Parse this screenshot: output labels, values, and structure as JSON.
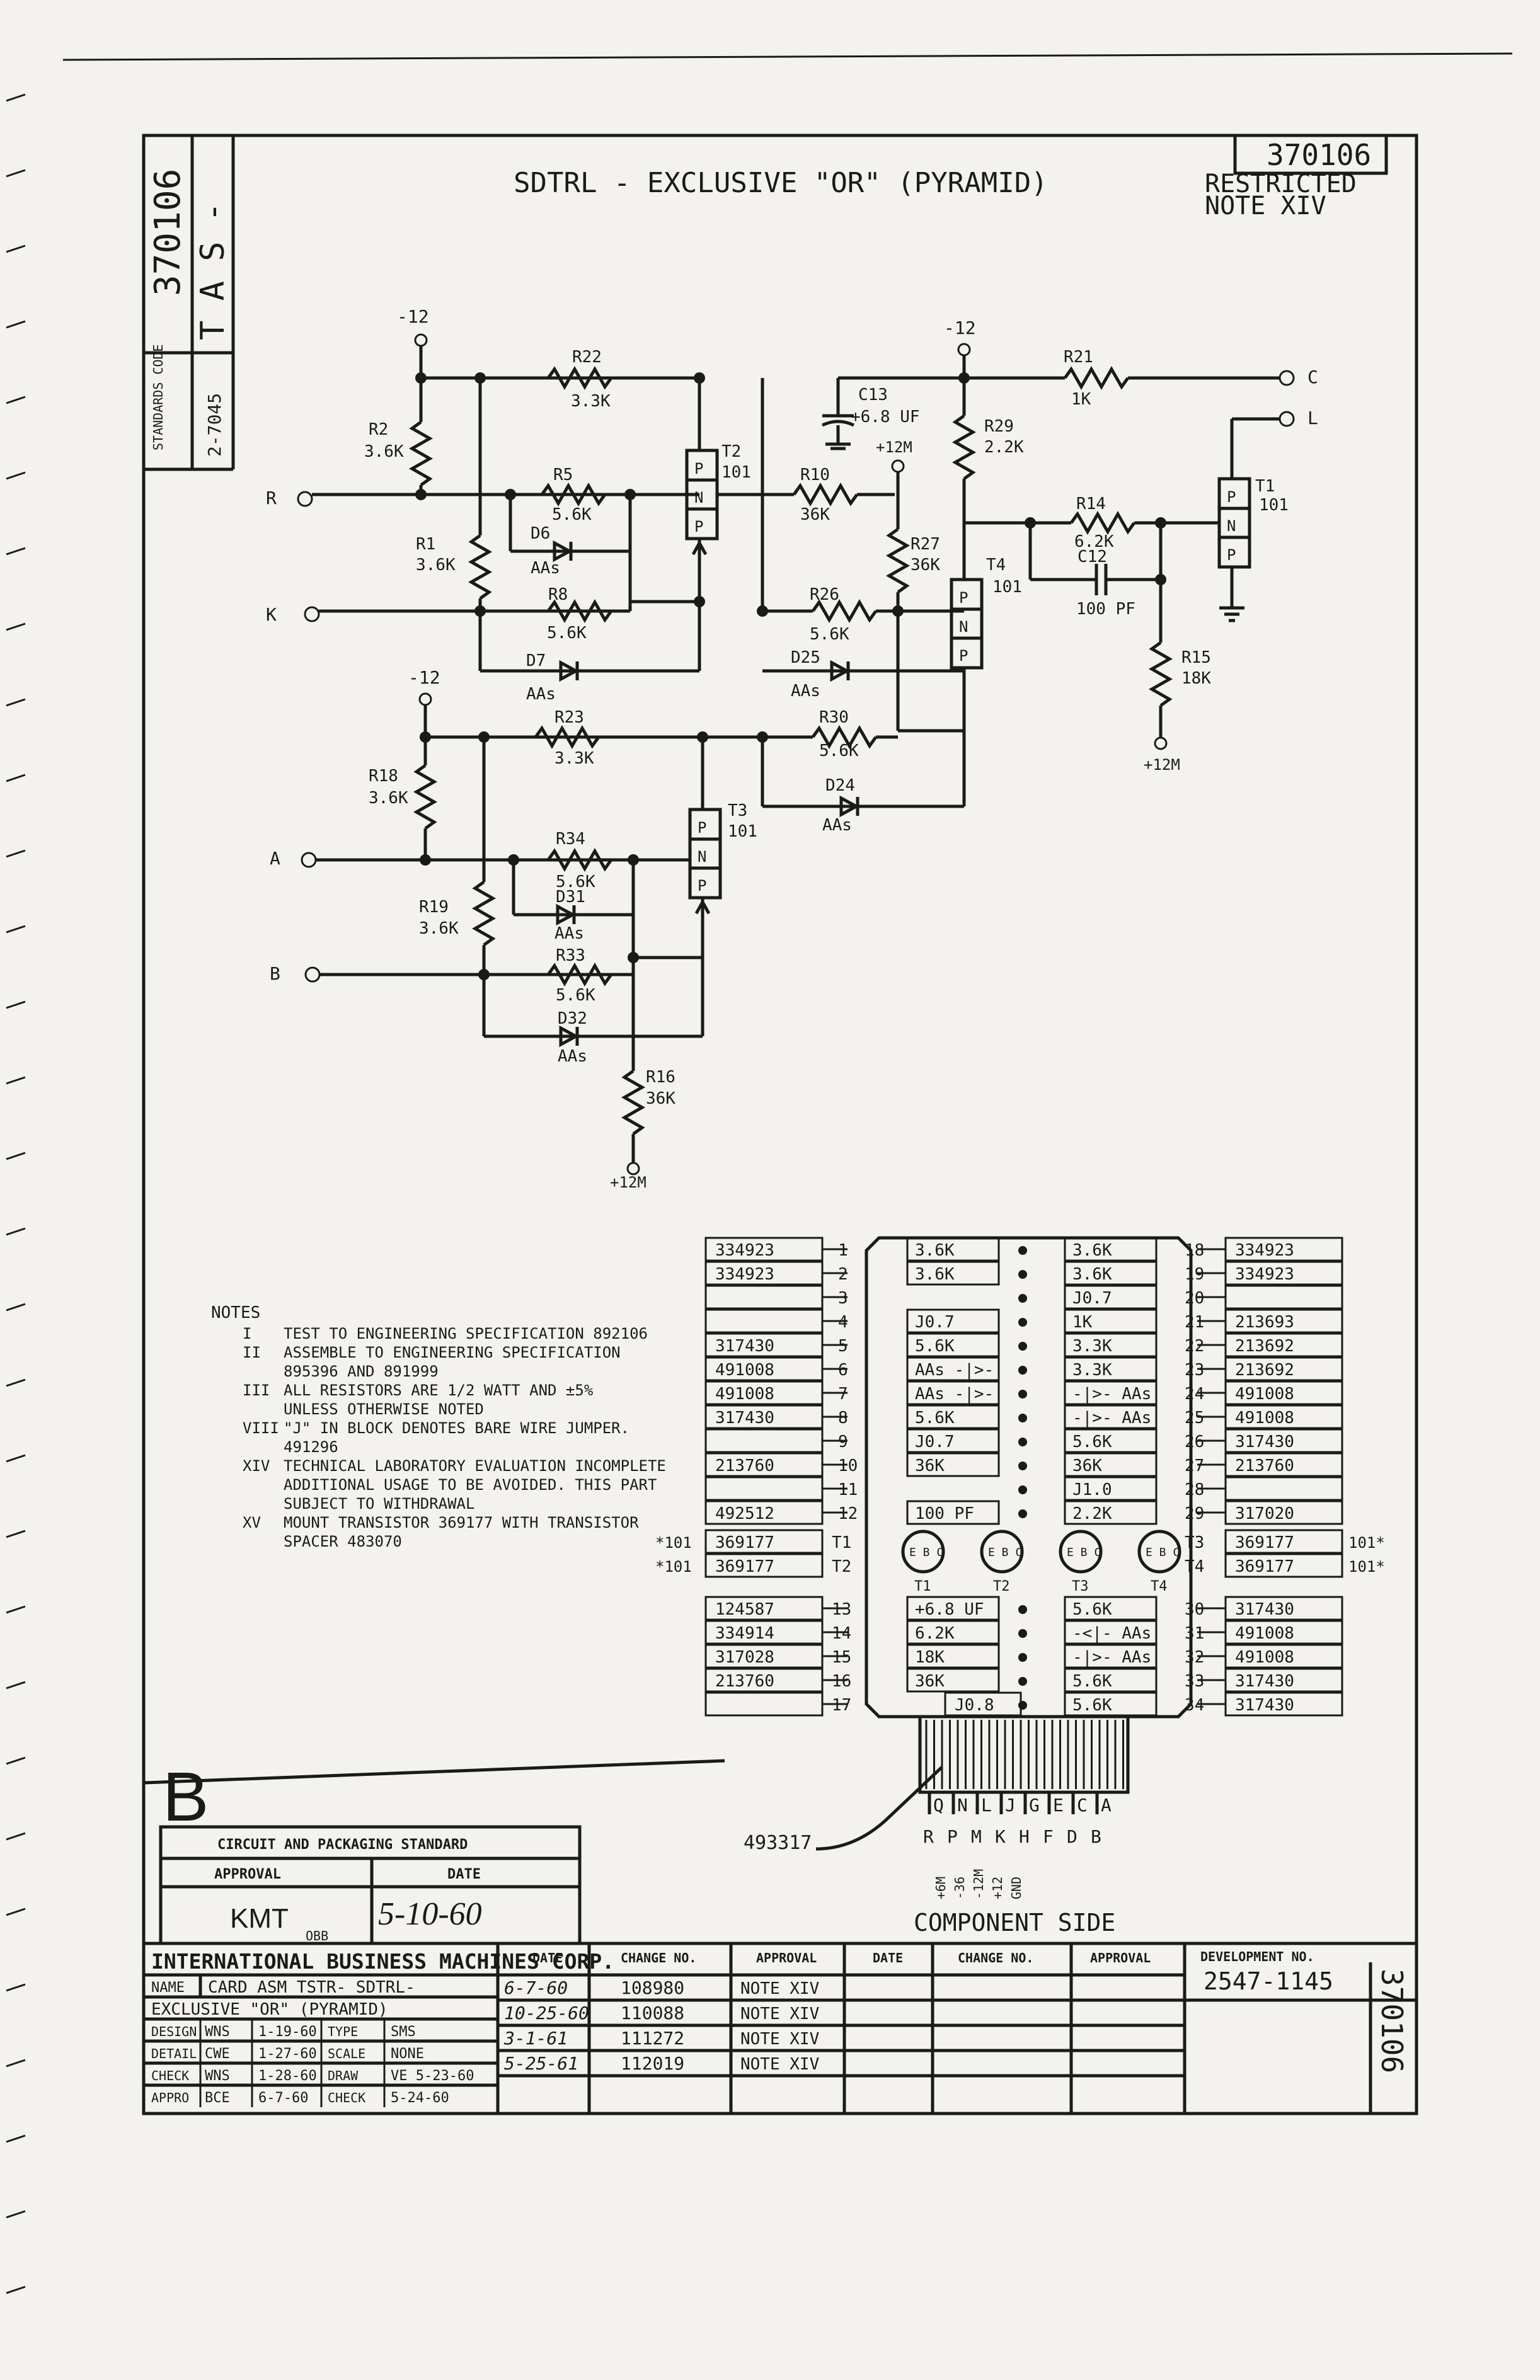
{
  "title": "SDTRL - EXCLUSIVE \"OR\" (PYRAMID)",
  "part_number": "370106",
  "restricted": "RESTRICTED",
  "restricted_note": "NOTE XIV",
  "side_block": {
    "number": "370106",
    "code": "T A S -",
    "standards_label": "STANDARDS CODE",
    "standards_value": "2-7045"
  },
  "schematic": {
    "supply_neg": "-12",
    "supply_pos": "+12M",
    "inputs": {
      "R": "R",
      "K": "K",
      "A": "A",
      "B": "B"
    },
    "outputs": {
      "C": "C",
      "L": "L"
    },
    "resistors": [
      {
        "ref": "R22",
        "value": "3.3K"
      },
      {
        "ref": "R2",
        "value": "3.6K"
      },
      {
        "ref": "R5",
        "value": "5.6K"
      },
      {
        "ref": "R1",
        "value": "3.6K"
      },
      {
        "ref": "R8",
        "value": "5.6K"
      },
      {
        "ref": "R10",
        "value": "36K"
      },
      {
        "ref": "R21",
        "value": "1K"
      },
      {
        "ref": "R29",
        "value": "2.2K"
      },
      {
        "ref": "R27",
        "value": "36K"
      },
      {
        "ref": "R26",
        "value": "5.6K"
      },
      {
        "ref": "R14",
        "value": "6.2K"
      },
      {
        "ref": "R15",
        "value": "18K"
      },
      {
        "ref": "R23",
        "value": "3.3K"
      },
      {
        "ref": "R30",
        "value": "5.6K"
      },
      {
        "ref": "R18",
        "value": "3.6K"
      },
      {
        "ref": "R34",
        "value": "5.6K"
      },
      {
        "ref": "R19",
        "value": "3.6K"
      },
      {
        "ref": "R33",
        "value": "5.6K"
      },
      {
        "ref": "R16",
        "value": "36K"
      }
    ],
    "diodes": [
      {
        "ref": "D6",
        "value": "AAs"
      },
      {
        "ref": "D7",
        "value": "AAs"
      },
      {
        "ref": "D25",
        "value": "AAs"
      },
      {
        "ref": "D24",
        "value": "AAs"
      },
      {
        "ref": "D31",
        "value": "AAs"
      },
      {
        "ref": "D32",
        "value": "AAs"
      }
    ],
    "capacitors": [
      {
        "ref": "C13",
        "value": "+6.8 UF"
      },
      {
        "ref": "C12",
        "value": "100 PF"
      }
    ],
    "transistors": [
      {
        "ref": "T1",
        "type": "101"
      },
      {
        "ref": "T2",
        "type": "101"
      },
      {
        "ref": "T3",
        "type": "101"
      },
      {
        "ref": "T4",
        "type": "101"
      }
    ]
  },
  "notes": {
    "heading": "NOTES",
    "items": [
      {
        "num": "I",
        "text": "TEST TO ENGINEERING SPECIFICATION 892106"
      },
      {
        "num": "II",
        "text": "ASSEMBLE TO ENGINEERING SPECIFICATION"
      },
      {
        "num": "",
        "text": "895396 AND 891999"
      },
      {
        "num": "III",
        "text": "ALL RESISTORS ARE 1/2 WATT AND ±5%"
      },
      {
        "num": "",
        "text": "UNLESS OTHERWISE NOTED"
      },
      {
        "num": "VIII",
        "text": "\"J\" IN BLOCK DENOTES BARE WIRE JUMPER."
      },
      {
        "num": "",
        "text": "491296"
      },
      {
        "num": "XIV",
        "text": "TECHNICAL LABORATORY EVALUATION INCOMPLETE"
      },
      {
        "num": "",
        "text": "ADDITIONAL USAGE TO BE AVOIDED.  THIS PART"
      },
      {
        "num": "",
        "text": "SUBJECT TO WITHDRAWAL"
      },
      {
        "num": "XV",
        "text": "MOUNT TRANSISTOR 369177 WITH TRANSISTOR"
      },
      {
        "num": "",
        "text": "SPACER 483070"
      }
    ]
  },
  "card": {
    "left_parts": [
      "334923",
      "334923",
      "",
      "",
      "317430",
      "491008",
      "491008",
      "317430",
      "",
      "213760",
      "",
      "492512"
    ],
    "left_pins": [
      "1",
      "2",
      "3",
      "4",
      "5",
      "6",
      "7",
      "8",
      "9",
      "10",
      "11",
      "12"
    ],
    "left_t": [
      {
        "part": "369177",
        "pin": "T1",
        "mark": "*101"
      },
      {
        "part": "369177",
        "pin": "T2",
        "mark": "*101"
      }
    ],
    "left_parts2": [
      "124587",
      "334914",
      "317028",
      "213760",
      ""
    ],
    "left_pins2": [
      "13",
      "14",
      "15",
      "16",
      "17"
    ],
    "right_parts": [
      "334923",
      "334923",
      "",
      "213693",
      "213692",
      "213692",
      "491008",
      "491008",
      "317430",
      "213760",
      "",
      "317020"
    ],
    "right_pins": [
      "18",
      "19",
      "20",
      "21",
      "22",
      "23",
      "24",
      "25",
      "26",
      "27",
      "28",
      "29"
    ],
    "right_t": [
      {
        "part": "369177",
        "pin": "T3",
        "mark": "101*"
      },
      {
        "part": "369177",
        "pin": "T4",
        "mark": "101*"
      }
    ],
    "right_parts2": [
      "317430",
      "491008",
      "491008",
      "317430",
      "317430"
    ],
    "right_pins2": [
      "30",
      "31",
      "32",
      "33",
      "34"
    ],
    "inner_left": [
      "3.6K",
      "3.6K",
      "",
      "J0.7",
      "5.6K",
      "AAs -|>-",
      "AAs -|>-",
      "5.6K",
      "J0.7",
      "36K",
      "",
      "100 PF"
    ],
    "inner_right": [
      "3.6K",
      "3.6K",
      "J0.7",
      "1K",
      "3.3K",
      "3.3K",
      "-|>- AAs",
      "-|>- AAs",
      "5.6K",
      "36K",
      "J1.0",
      "2.2K"
    ],
    "inner_left2": [
      "+6.8 UF",
      "6.2K",
      "18K",
      "36K"
    ],
    "inner_right2": [
      "5.6K",
      "-<|- AAs",
      "-|>- AAs",
      "5.6K",
      "5.6K"
    ],
    "jumper_bottom": "J0.8",
    "transistor_labels": [
      "T1",
      "T2",
      "T3",
      "T4"
    ],
    "ebc": "E B C",
    "tab_letters_top": [
      "Q",
      "N",
      "L",
      "J",
      "G",
      "E",
      "C",
      "A"
    ],
    "tab_letters_bottom": [
      "R",
      "P",
      "M",
      "K",
      "H",
      "F",
      "D",
      "B"
    ],
    "tab_supplies": [
      "+6M",
      "-36",
      "-12M",
      "+12",
      "GND"
    ],
    "connector_part": "493317",
    "side_label": "COMPONENT SIDE"
  },
  "block_letter": "B",
  "approval": {
    "heading": "CIRCUIT AND PACKAGING STANDARD",
    "col1": "APPROVAL",
    "col2": "DATE",
    "approver": "KMT",
    "approver_sub": "OBB",
    "date": "5-10-60"
  },
  "title_block": {
    "company": "INTERNATIONAL BUSINESS MACHINES CORP.",
    "name_label": "NAME",
    "name": "CARD ASM TSTR- SDTRL-",
    "name2": "EXCLUSIVE \"OR\" (PYRAMID)",
    "rows": [
      {
        "k1": "DESIGN",
        "v1": "WNS",
        "d1": "1-19-60",
        "k2": "TYPE",
        "v2": "SMS"
      },
      {
        "k1": "DETAIL",
        "v1": "CWE",
        "d1": "1-27-60",
        "k2": "SCALE",
        "v2": "NONE"
      },
      {
        "k1": "CHECK",
        "v1": "WNS",
        "d1": "1-28-60",
        "k2": "DRAW",
        "v2": "VE 5-23-60"
      },
      {
        "k1": "APPRO",
        "v1": "BCE",
        "d1": "6-7-60",
        "k2": "CHECK",
        "v2": "5-24-60"
      }
    ],
    "change_headers": [
      "DATE",
      "CHANGE NO.",
      "APPROVAL",
      "DATE",
      "CHANGE NO.",
      "APPROVAL"
    ],
    "changes": [
      {
        "date": "6-7-60",
        "no": "108980",
        "approval": "NOTE XIV"
      },
      {
        "date": "10-25-60",
        "no": "110088",
        "approval": "NOTE XIV"
      },
      {
        "date": "3-1-61",
        "no": "111272",
        "approval": "NOTE XIV"
      },
      {
        "date": "5-25-61",
        "no": "112019",
        "approval": "NOTE XIV"
      }
    ],
    "dev_label": "DEVELOPMENT NO.",
    "dev_no": "2547-1145",
    "side_number": "370106"
  }
}
